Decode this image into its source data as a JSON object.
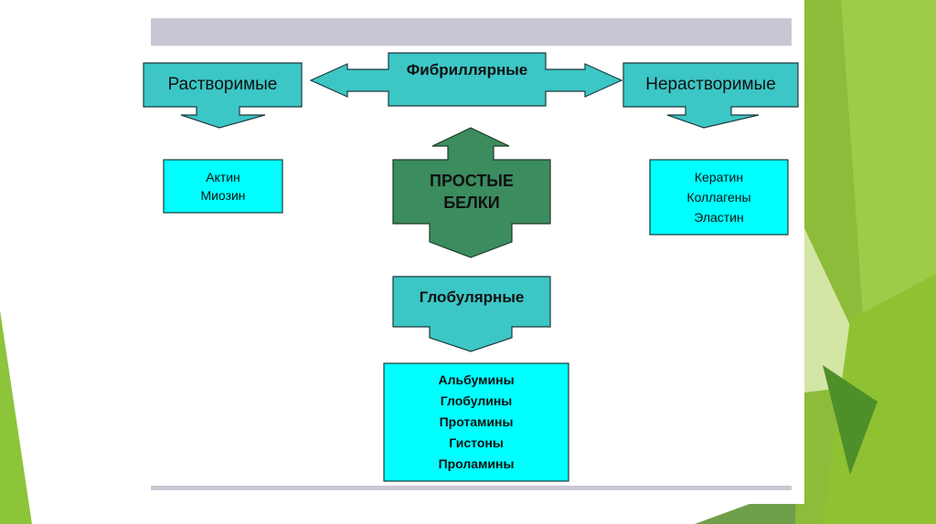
{
  "colors": {
    "callout": "#3cc6c6",
    "box": "#00ffff",
    "center": "#3b8c5e",
    "bar": "#cbc6d3"
  },
  "diagram": {
    "fibrillar": "Фибриллярные",
    "soluble": "Растворимые",
    "insoluble": "Нерастворимые",
    "soluble_items": "Актин\nМиозин",
    "insoluble_items": "Кератин\nКоллагены\nЭластин",
    "center": "ПРОСТЫЕ\nБЕЛКИ",
    "globular": "Глобулярные",
    "globular_items": "Альбумины\nГлобулины\nПротамины\nГистоны\nПроламины"
  }
}
